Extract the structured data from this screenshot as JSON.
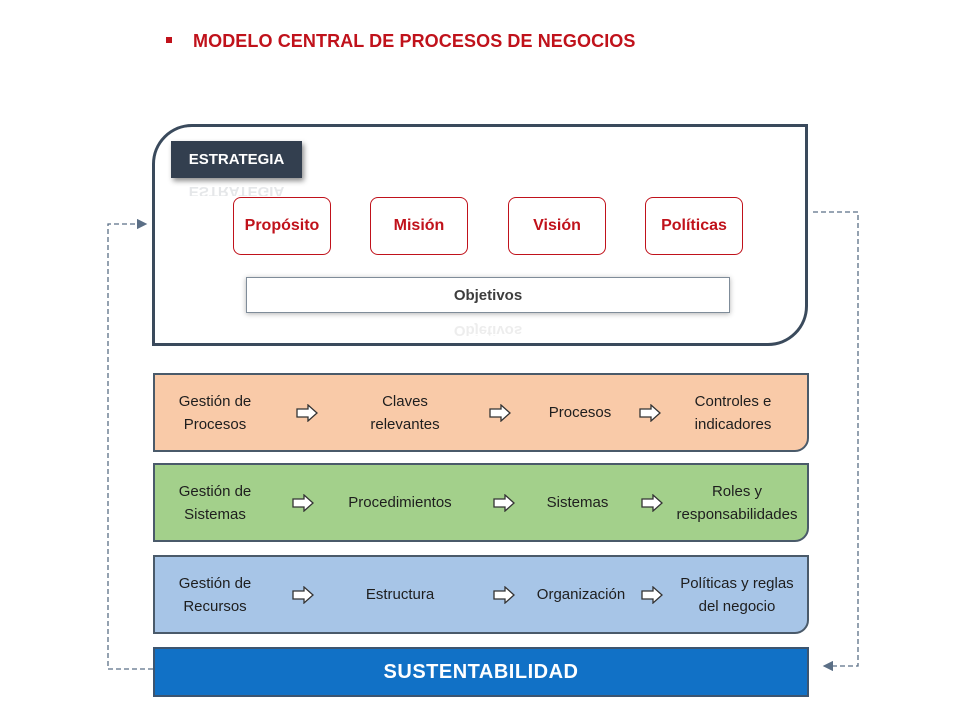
{
  "header": {
    "title": "MODELO CENTRAL DE PROCESOS DE NEGOCIOS"
  },
  "strategy": {
    "tag": "ESTRATEGIA",
    "pillars": [
      "Propósito",
      "Misión",
      "Visión",
      "Políticas"
    ],
    "objectives": "Objetivos"
  },
  "bands": [
    {
      "head": [
        "Gestión de",
        "Procesos"
      ],
      "cells": [
        [
          "Claves",
          "relevantes"
        ],
        [
          "Procesos"
        ],
        [
          "Controles e",
          "indicadores"
        ]
      ],
      "color": "#f9caa8"
    },
    {
      "head": [
        "Gestión de",
        "Sistemas"
      ],
      "cells": [
        [
          "Procedimientos"
        ],
        [
          "Sistemas"
        ],
        [
          "Roles y",
          "responsabilidades"
        ]
      ],
      "color": "#a3d08b"
    },
    {
      "head": [
        "Gestión de",
        "Recursos"
      ],
      "cells": [
        [
          "Estructura"
        ],
        [
          "Organización"
        ],
        [
          "Políticas y reglas",
          "del negocio"
        ]
      ],
      "color": "#a7c5e7"
    }
  ],
  "footer": {
    "label": "SUSTENTABILIDAD",
    "color": "#1171c6"
  },
  "colors": {
    "accent": "#c0121b",
    "frame": "#3a4a5c",
    "tag": "#333f4f"
  }
}
